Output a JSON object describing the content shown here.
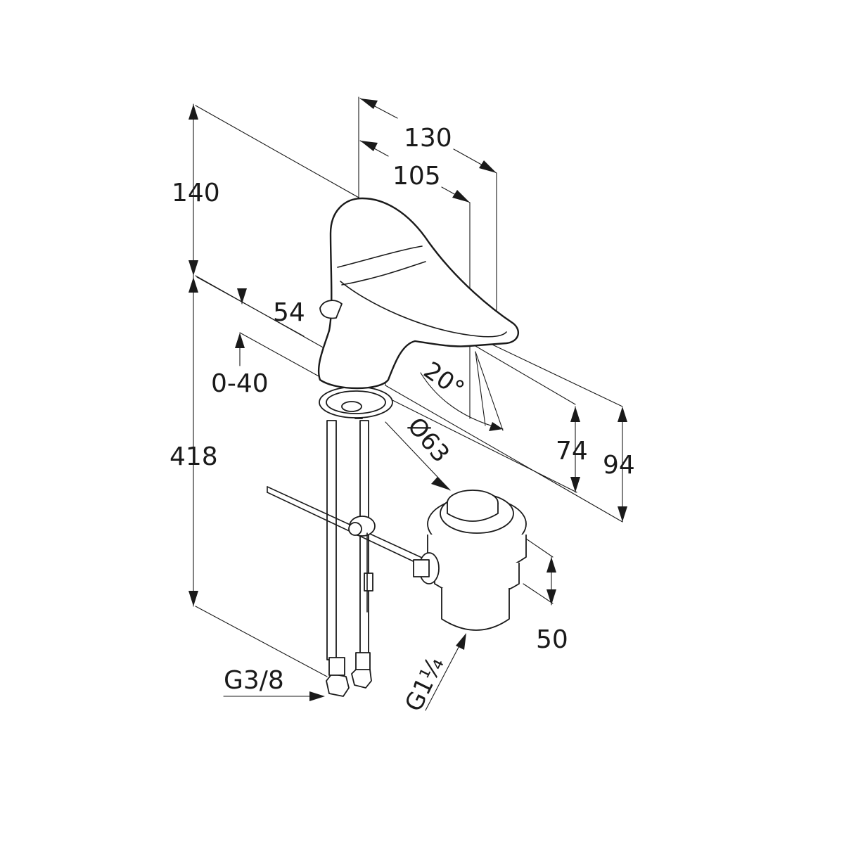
{
  "dimensions": {
    "overall_length": "130",
    "spout_reach": "105",
    "height_top": "140",
    "offset": "54",
    "worktop_thickness": "0-40",
    "total_length": "418",
    "swivel_angle": "20°",
    "spout_height": "74",
    "body_height": "94",
    "waste_diameter": "Ø63",
    "waste_stroke": "50",
    "supply_thread": "G3/8",
    "waste_thread": "G1¼"
  }
}
